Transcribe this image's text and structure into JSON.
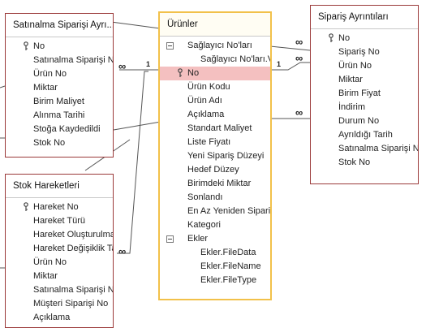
{
  "tables": {
    "satinalma": {
      "title": "Satınalma Siparişi Ayrı...",
      "fields": [
        "No",
        "Satınalma Siparişi No",
        "Ürün No",
        "Miktar",
        "Birim Maliyet",
        "Alınma Tarihi",
        "Stoğa Kaydedildi",
        "Stok No"
      ]
    },
    "stok": {
      "title": "Stok Hareketleri",
      "fields": [
        "Hareket No",
        "Hareket Türü",
        "Hareket Oluşturulma",
        "Hareket Değişiklik Ta",
        "Ürün No",
        "Miktar",
        "Satınalma Siparişi No",
        "Müşteri Siparişi No",
        "Açıklama"
      ]
    },
    "urunler": {
      "title": "Ürünler",
      "fields": [
        "Sağlayıcı No'ları",
        "Sağlayıcı No'ları.V",
        "No",
        "Ürün Kodu",
        "Ürün Adı",
        "Açıklama",
        "Standart Maliyet",
        "Liste Fiyatı",
        "Yeni Sipariş Düzeyi",
        "Hedef Düzey",
        "Birimdeki Miktar",
        "Sonlandı",
        "En Az Yeniden Sipari",
        "Kategori",
        "Ekler",
        "Ekler.FileData",
        "Ekler.FileName",
        "Ekler.FileType"
      ]
    },
    "siparis": {
      "title": "Sipariş Ayrıntıları",
      "fields": [
        "No",
        "Sipariş No",
        "Ürün No",
        "Miktar",
        "Birim Fiyat",
        "İndirim",
        "Durum No",
        "Ayrıldığı Tarih",
        "Satınalma Siparişi N",
        "Stok No"
      ]
    }
  },
  "relationships": {
    "one": "1",
    "many": "∞"
  },
  "icons": {
    "key": "key-icon",
    "expand": "collapse-icon"
  },
  "colors": {
    "table_border": "#9b3a3a",
    "selected_border": "#f2c14a",
    "highlight_row": "#f4c0c0",
    "line": "#555555"
  }
}
